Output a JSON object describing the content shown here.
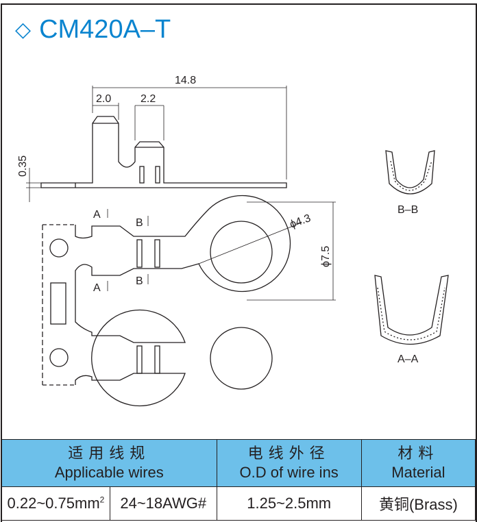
{
  "title": {
    "icon": "diamond-icon",
    "text": "CM420A–T",
    "color": "#0a84cf"
  },
  "drawing": {
    "dimensions": {
      "overall_length": "14.8",
      "insulation_width": "2.0",
      "conductor_width": "2.2",
      "thickness": "0.35",
      "hole_diameter": "ϕ4.3",
      "ring_diameter": "ϕ7.5"
    },
    "section_marks": {
      "a": "A",
      "b": "B"
    },
    "sections": {
      "bb": "B–B",
      "aa": "A–A"
    }
  },
  "spec_table": {
    "header_color": "#6dc0ea",
    "headers": [
      {
        "cn": "适用线规",
        "en": "Applicable wires"
      },
      {
        "cn": "电线外径",
        "en": "O.D of wire ins"
      },
      {
        "cn": "材料",
        "en": "Material"
      }
    ],
    "values": {
      "mm2": "0.22~0.75mm",
      "mm2_sup": "2",
      "awg": "24~18AWG#",
      "od": "1.25~2.5mm",
      "material": "黄铜(Brass)"
    }
  }
}
